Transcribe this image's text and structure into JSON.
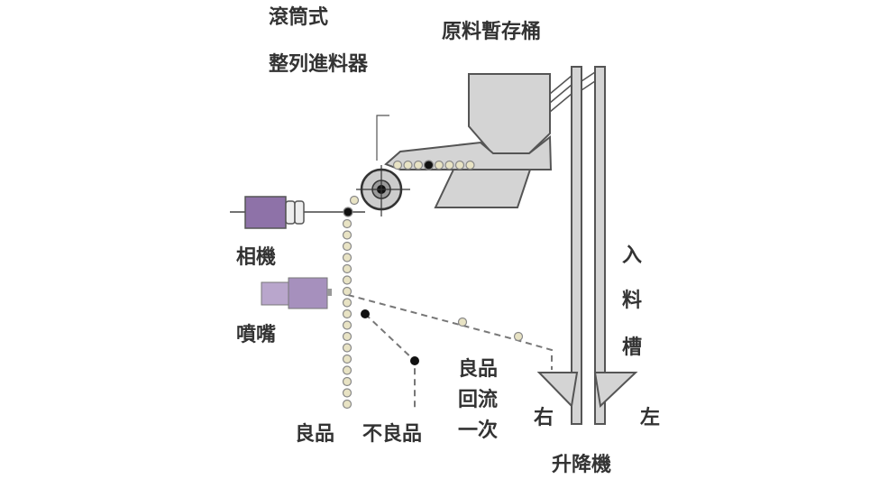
{
  "labels": {
    "drum_feeder_line1": "滾筒式",
    "drum_feeder_line2": "整列進料器",
    "hopper": "原料暫存桶",
    "camera": "相機",
    "nozzle": "噴嘴",
    "good": "良品",
    "defective": "不良品",
    "recirculate_line1": "良品",
    "recirculate_line2": "回流",
    "recirculate_line3": "一次",
    "right": "右",
    "left": "左",
    "elevator": "升降機",
    "inlet_1": "入",
    "inlet_2": "料",
    "inlet_3": "槽"
  },
  "colors": {
    "device_purple": "#8e72a8",
    "part_gray": "#d4d4d4",
    "bead": "#e8e3c4"
  }
}
